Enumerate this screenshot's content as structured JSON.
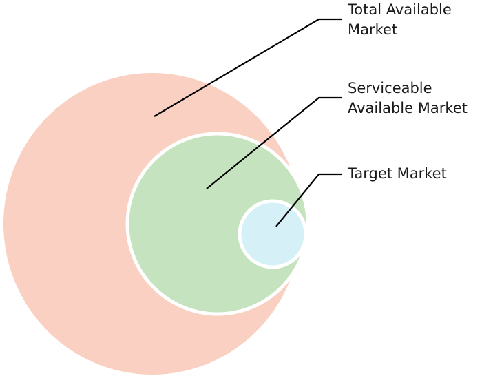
{
  "colors": {
    "total_available_market": "#f9d0c2",
    "serviceable_available_market": "#c5e3be",
    "target_market": "#d5f0f7",
    "leader_line": "#000000",
    "separator": "#ffffff"
  },
  "labels": {
    "tam": {
      "line1": "Total Available",
      "line2": "Market"
    },
    "sam": {
      "line1": "Serviceable",
      "line2": "Available Market"
    },
    "tm": {
      "line1": "Target Market"
    }
  }
}
